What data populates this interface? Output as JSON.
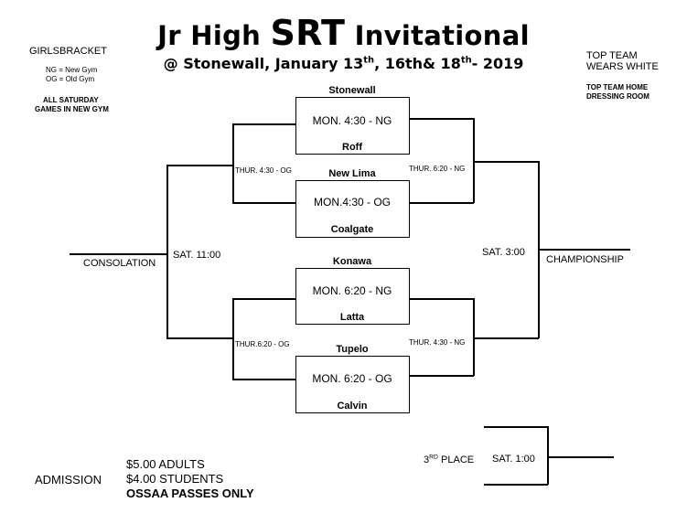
{
  "header": {
    "title_pre": "Jr High ",
    "title_big": "SRT",
    "title_post": " Invitational",
    "sub_a": "@ Stonewall, January 13",
    "sub_sup1": "th",
    "sub_b": ", 16th& 18",
    "sub_sup2": "th",
    "sub_c": "- 2019"
  },
  "left_notes": {
    "bracket": "GIRLSBRACKET",
    "ng": "NG = New Gym",
    "og": "OG = Old Gym",
    "sat1": "ALL SATURDAY",
    "sat2": "GAMES IN NEW GYM"
  },
  "right_notes": {
    "top1": "TOP TEAM",
    "top2": "WEARS WHITE",
    "home1": "TOP TEAM HOME",
    "home2": "DRESSING ROOM"
  },
  "games": [
    {
      "top": "Stonewall",
      "time": "MON. 4:30 - NG",
      "bottom": "Roff"
    },
    {
      "top": "New Lima",
      "time": "MON.4:30 - OG",
      "bottom": "Coalgate"
    },
    {
      "top": "Konawa",
      "time": "MON. 6:20 - NG",
      "bottom": "Latta"
    },
    {
      "top": "Tupelo",
      "time": "MON. 6:20 - OG",
      "bottom": "Calvin"
    }
  ],
  "round2": {
    "left_top": "THUR. 4:30 - OG",
    "left_bottom": "THUR.6:20 - OG",
    "right_top": "THUR. 6:20 - NG",
    "right_bottom": "THUR. 4:30 - NG"
  },
  "finals": {
    "consolation": "CONSOLATION",
    "consolation_time": "SAT. 11:00",
    "championship": "CHAMPIONSHIP",
    "championship_time": "SAT. 3:00",
    "third_pre": "3",
    "third_sup": "RD",
    "third_post": " PLACE",
    "third_time": "SAT. 1:00"
  },
  "admission": {
    "label": "ADMISSION",
    "adults": "$5.00 ADULTS",
    "students": "$4.00 STUDENTS",
    "passes": "OSSAA PASSES ONLY"
  }
}
